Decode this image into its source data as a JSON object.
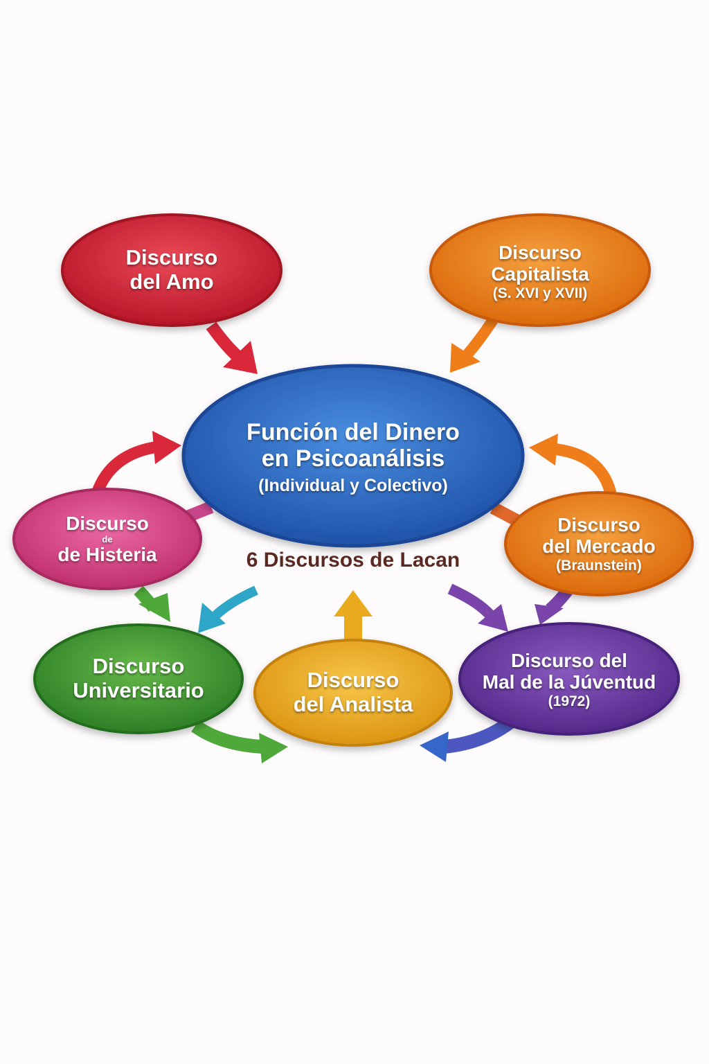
{
  "center": {
    "line1": "Función del Dinero",
    "line2": "en Psicoanálisis",
    "line3": "(Individual y Colectivo)",
    "color": "#2f6fc9"
  },
  "subtitle": "6 Discursos de Lacan",
  "nodes": {
    "amo": {
      "line1": "Discurso",
      "line2": "del Amo",
      "color": "#d8283a"
    },
    "capitalista": {
      "line1": "Discurso",
      "line2": "Capitalista",
      "line3": "(S. XVI y XVII)",
      "color": "#ee7d1a"
    },
    "histeria": {
      "line1": "Discurso",
      "line2": "de",
      "line3": "de Histeria",
      "color": "#d63e82"
    },
    "mercado": {
      "line1": "Discurso",
      "line2": "del Mercado",
      "line3": "(Braunstein)",
      "color": "#ee7d1a"
    },
    "universitario": {
      "line1": "Discurso",
      "line2": "Universitario",
      "color": "#3d9a34"
    },
    "analista": {
      "line1": "Discurso",
      "line2": "del Analista",
      "color": "#eaaa1f"
    },
    "juventud": {
      "line1": "Discurso del",
      "line2": "Mal de la Júventud",
      "line3": "(1972)",
      "color": "#6a3a9e"
    }
  },
  "arrow_colors": {
    "red": "#d8283a",
    "orange": "#ee7d1a",
    "green": "#4fa83a",
    "teal": "#2ea6c8",
    "yellow": "#eaaa1f",
    "purple": "#7a44aa",
    "blue": "#3566c8",
    "pink": "#c8458a"
  }
}
